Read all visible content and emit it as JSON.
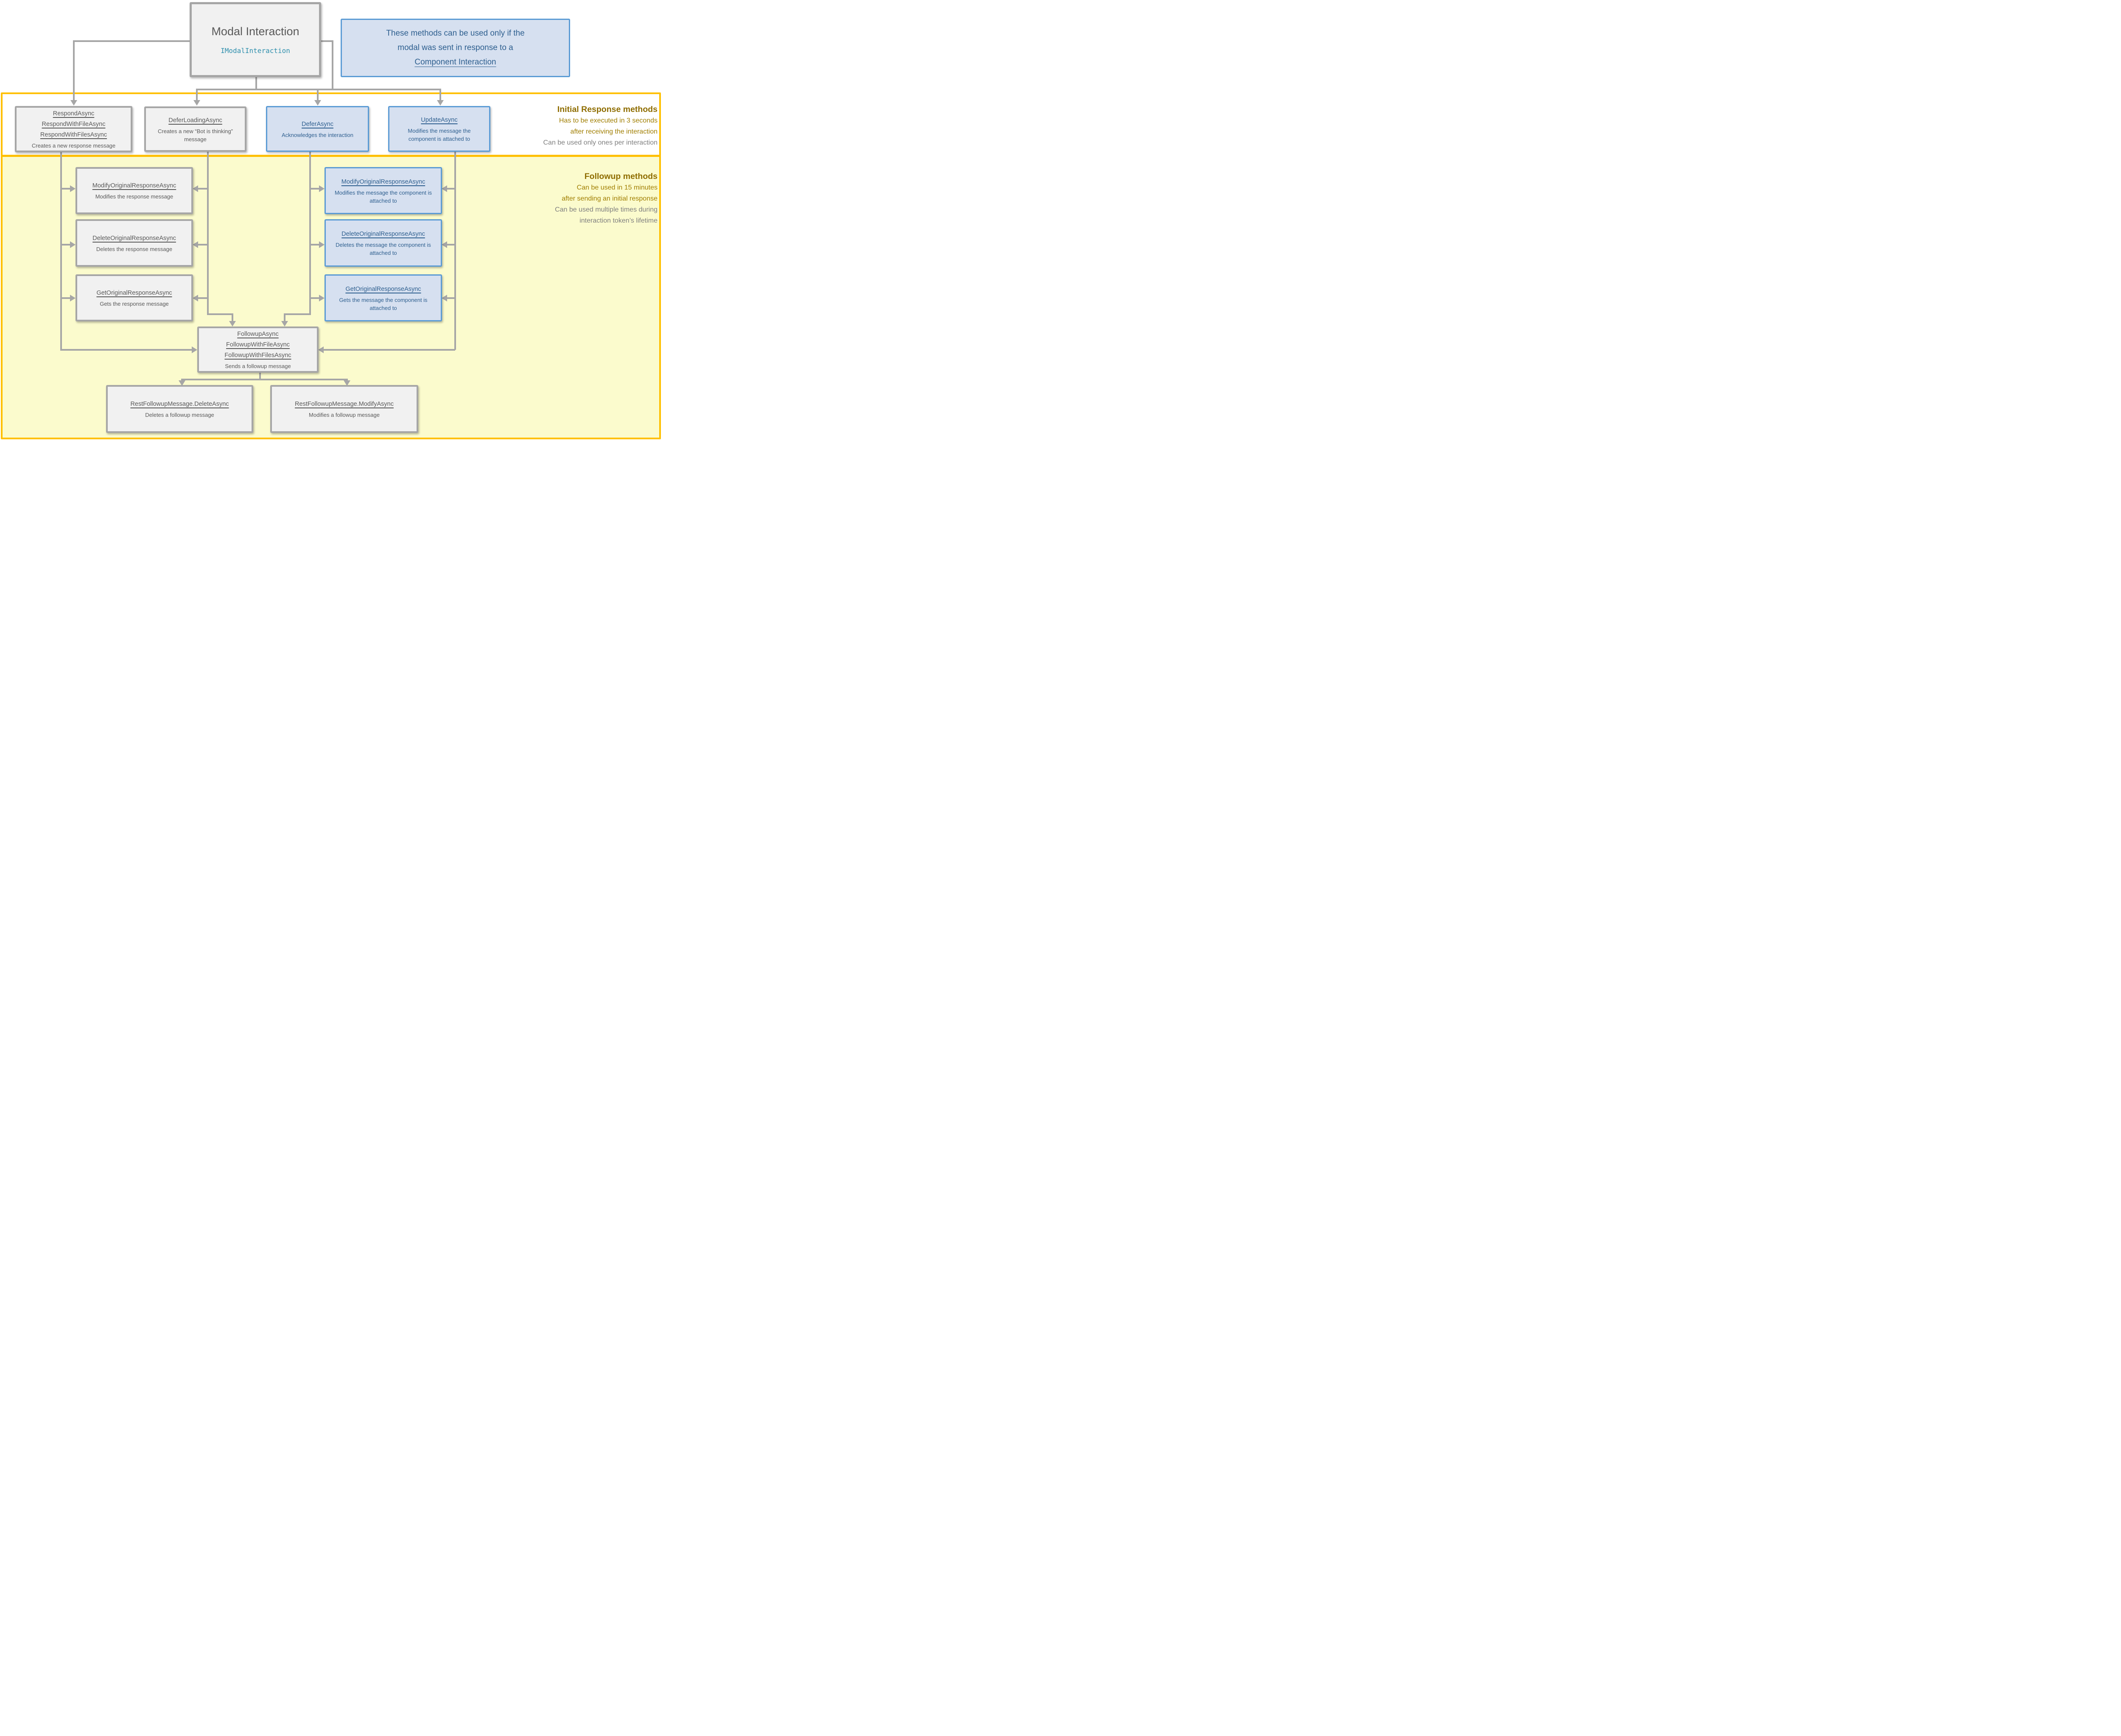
{
  "modal": {
    "title": "Modal Interaction",
    "interface": "IModalInteraction"
  },
  "note": {
    "line1": "These methods can be used only if the",
    "line2": "modal was sent in response to a",
    "link": "Component Interaction"
  },
  "initial": {
    "heading": "Initial Response methods",
    "rule1": "Has to be executed in 3 seconds",
    "rule2": "after receiving the interaction",
    "rule3": "Can be used only ones per interaction",
    "respond": {
      "names": [
        "RespondAsync",
        "RespondWithFileAsync",
        "RespondWithFilesAsync"
      ],
      "desc": "Creates a new response message"
    },
    "defer_loading": {
      "name": "DeferLoadingAsync",
      "desc": "Creates a new “Bot is thinking” message"
    },
    "defer": {
      "name": "DeferAsync",
      "desc": "Acknowledges the interaction"
    },
    "update": {
      "name": "UpdateAsync",
      "desc": "Modifies the message the component is attached to"
    }
  },
  "followup": {
    "heading": "Followup methods",
    "rule1": "Can be used in 15 minutes",
    "rule2": "after sending an initial response",
    "rule3": "Can be used multiple times during",
    "rule4": "interaction token’s lifetime",
    "modify_original": {
      "name": "ModifyOriginalResponseAsync",
      "desc": "Modifies the response message"
    },
    "delete_original": {
      "name": "DeleteOriginalResponseAsync",
      "desc": "Deletes the response message"
    },
    "get_original": {
      "name": "GetOriginalResponseAsync",
      "desc": "Gets the response message"
    },
    "modify_original_component": {
      "name": "ModifyOriginalResponseAsync",
      "desc": "Modifies the message the component is attached to"
    },
    "delete_original_component": {
      "name": "DeleteOriginalResponseAsync",
      "desc": "Deletes the message the component is attached to"
    },
    "get_original_component": {
      "name": "GetOriginalResponseAsync",
      "desc": "Gets the message the component is attached to"
    },
    "followup_box": {
      "names": [
        "FollowupAsync",
        "FollowupWithFileAsync",
        "FollowupWithFilesAsync"
      ],
      "desc": "Sends a followup message"
    },
    "rest_delete": {
      "name": "RestFollowupMessage.DeleteAsync",
      "desc": "Deletes a followup message"
    },
    "rest_modify": {
      "name": "RestFollowupMessage.ModifyAsync",
      "desc": "Modifies a followup message"
    }
  },
  "colors": {
    "region_border_gold": "#FFC000",
    "followup_region_bg": "#FBFBCD",
    "blue_box_border": "#5B9BD5",
    "blue_box_fill": "#D6E0F0",
    "blue_text": "#2E5F8F",
    "gray_box_border": "#A6A6A6",
    "gray_box_fill": "#F1F1F1",
    "gray_text": "#595959",
    "heading_gold": "#8F6D00",
    "rule_gold": "#A07E00",
    "rule_gray": "#7F7F7F",
    "interface_teal": "#2E8FAD",
    "connector_gray": "#A6A6A6"
  }
}
